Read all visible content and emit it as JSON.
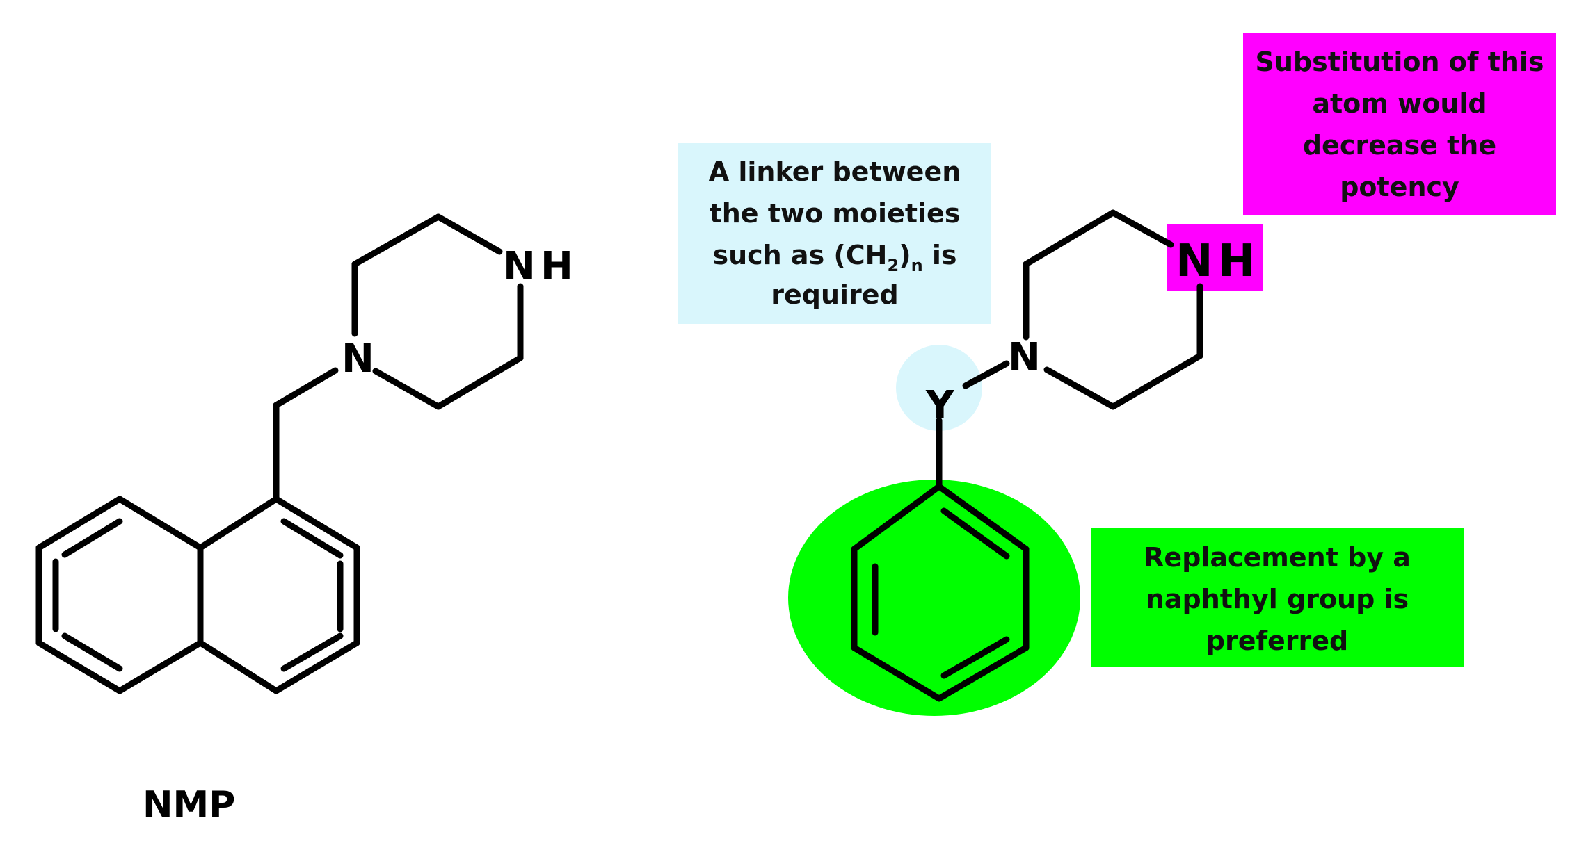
{
  "molecule_left": {
    "name": "NMP",
    "atoms": {
      "n_amine": "N",
      "h_amine": "H",
      "n_ring": "N"
    }
  },
  "molecule_right": {
    "atoms": {
      "n_amine": "N",
      "h_amine": "H",
      "n_ring": "N",
      "linker": "Y"
    }
  },
  "annotations": {
    "linker": {
      "line1": "A linker between",
      "line2": "the two moieties",
      "line3_prefix": "such as (CH",
      "line3_sub1": "2",
      "line3_mid": ")",
      "line3_sub2": "n",
      "line3_suffix": " is",
      "line4": "required",
      "color": "#d9f6fc"
    },
    "substitution": {
      "line1": "Substitution of this",
      "line2": "atom would",
      "line3": "decrease the",
      "line4": "potency",
      "color": "#ff00ff"
    },
    "replacement": {
      "line1": "Replacement by a",
      "line2": "naphthyl group is",
      "line3": "preferred",
      "color": "#00ff00"
    }
  },
  "colors": {
    "linker_highlight": "#d9f6fc",
    "nh_highlight": "#ff00ff",
    "ring_highlight": "#00ff00",
    "bond": "#000000"
  }
}
